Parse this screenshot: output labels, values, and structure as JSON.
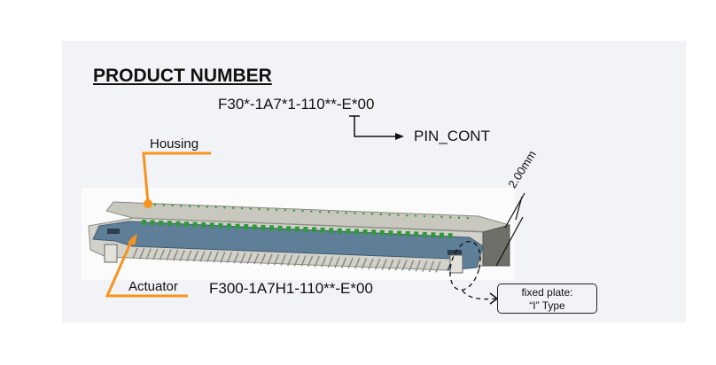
{
  "diagram": {
    "title": "PRODUCT NUMBER",
    "generic_part_number": "F30*-1A7*1-110**-E*00",
    "pin_count_label": "PIN_CONT",
    "specific_part_number": "F300-1A7H1-110**-E*00",
    "callouts": {
      "housing": "Housing",
      "actuator": "Actuator"
    },
    "dimension": "2.00mm",
    "fixed_plate": {
      "line1": "fixed plate:",
      "line2": "“I” Type"
    },
    "colors": {
      "callout": "#f7941d",
      "housing": "#c9c8bf",
      "actuator": "#5f7f98",
      "contacts": "#2e9a3a",
      "panel": "#f2f3f7"
    }
  }
}
